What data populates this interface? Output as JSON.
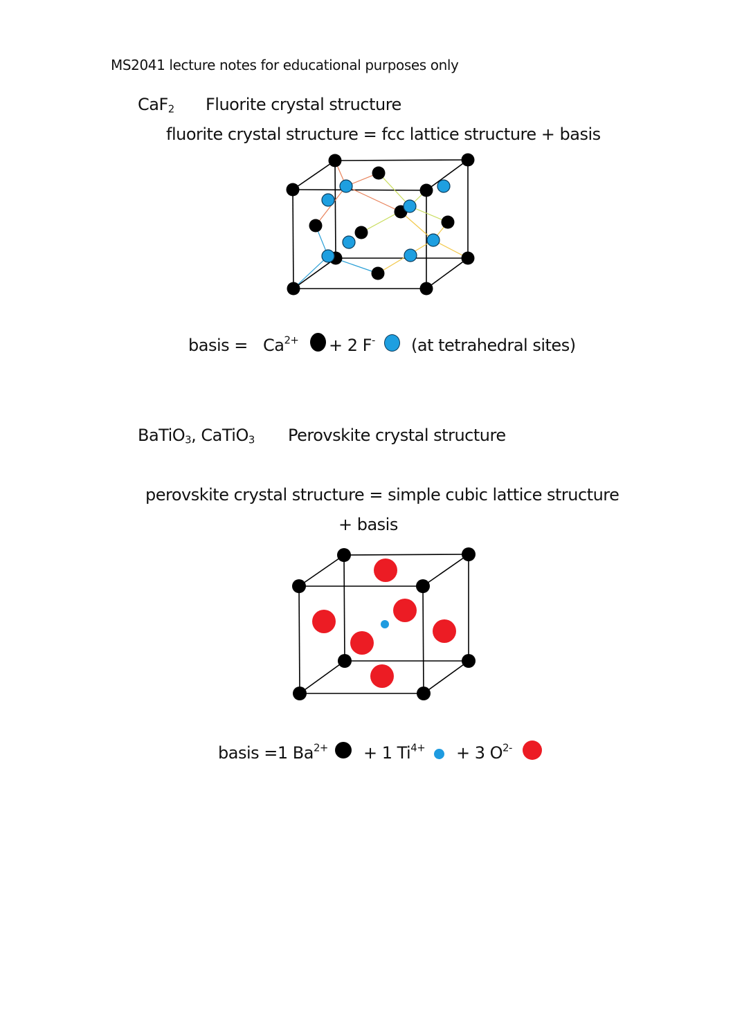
{
  "header": {
    "note": "MS2041 lecture notes for educational purposes only"
  },
  "fluorite": {
    "formula_base": "CaF",
    "formula_sub": "2",
    "title": "Fluorite crystal structure",
    "definition": "fluorite crystal structure = fcc lattice structure + basis",
    "basis": {
      "label": "basis =",
      "ion1_symbol": "Ca",
      "ion1_charge": "2+",
      "plus_label": "+ 2 F",
      "ion2_charge": "-",
      "note": "(at tetrahedral sites)"
    },
    "colors": {
      "cation": "#000000",
      "anion": "#1e9fe0",
      "bond_orange": "#e8825a",
      "bond_yellowgreen": "#c8dc5a",
      "bond_yellow": "#f2c84a",
      "bond_blue": "#2a9fd6"
    }
  },
  "perovskite": {
    "formula1_base": "BaTiO",
    "formula1_sub": "3",
    "separator": ",",
    "formula2_base": "CaTiO",
    "formula2_sub": "3",
    "title": "Perovskite crystal structure",
    "definition_line1": "perovskite crystal structure = simple cubic lattice structure",
    "definition_line2": "+ basis",
    "basis": {
      "label": "basis =1 Ba",
      "ion1_charge": "2+",
      "ion2_label": "+ 1 Ti",
      "ion2_charge": "4+",
      "ion3_label": "+ 3 O",
      "ion3_charge": "2-"
    },
    "colors": {
      "a_site": "#000000",
      "b_site": "#1e9be0",
      "oxygen": "#ec1c24"
    }
  }
}
